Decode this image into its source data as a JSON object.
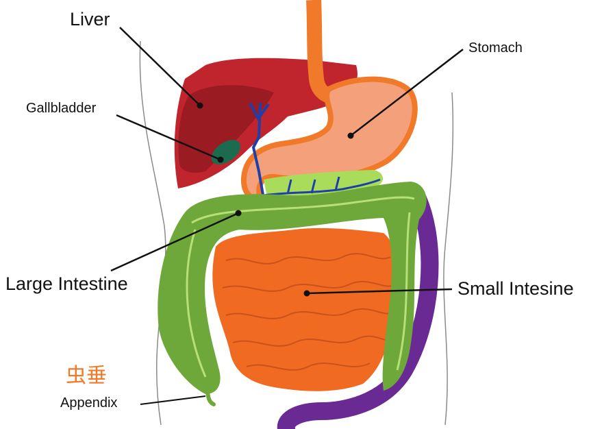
{
  "diagram": {
    "labels": {
      "liver": "Liver",
      "stomach": "Stomach",
      "gallbladder": "Gallbladder",
      "large_intestine": "Large Intestine",
      "small_intestine": "Small Intesine",
      "appendix_cjk": "虫垂",
      "appendix": "Appendix"
    },
    "colors": {
      "liver": "#c0242c",
      "liver_shade": "#9b1b22",
      "stomach_outline": "#f07a2a",
      "stomach_fill": "#f4a07a",
      "gallbladder": "#1d6b4e",
      "bile_duct": "#1f3fa8",
      "large_intestine": "#6fa83a",
      "small_intestine": "#f06a22",
      "rectum": "#6a2a94",
      "leader_line": "#111111",
      "body_outline": "#8a8a8a",
      "cjk_label": "#f07a2a"
    }
  }
}
